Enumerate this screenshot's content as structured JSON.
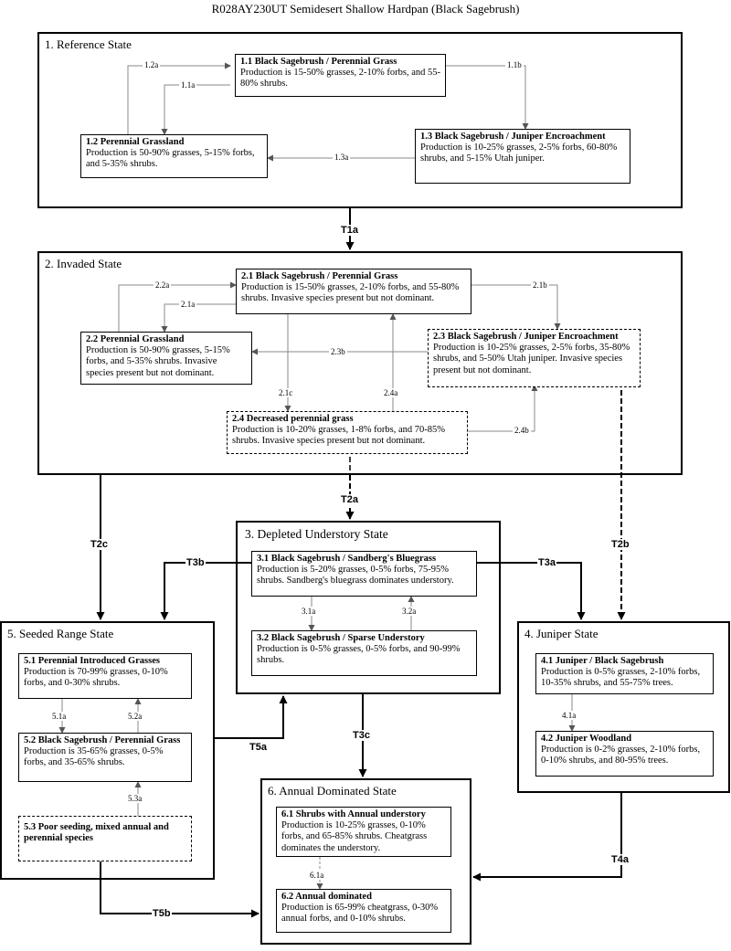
{
  "title": "R028AY230UT Semidesert Shallow Hardpan (Black Sagebrush)",
  "states": {
    "s1": "1. Reference State",
    "s2": "2. Invaded State",
    "s3": "3. Depleted Understory State",
    "s4": "4. Juniper State",
    "s5": "5. Seeded Range State",
    "s6": "6. Annual Dominated State"
  },
  "phases": {
    "p11": {
      "title": "1.1 Black Sagebrush / Perennial Grass",
      "text": "Production is 15-50% grasses, 2-10% forbs, and 55-80% shrubs."
    },
    "p12": {
      "title": "1.2 Perennial Grassland",
      "text": "Production is 50-90% grasses, 5-15% forbs, and 5-35% shrubs."
    },
    "p13": {
      "title": "1.3 Black Sagebrush / Juniper Encroachment",
      "text": "Production is 10-25% grasses, 2-5% forbs, 60-80% shrubs, and 5-15% Utah juniper."
    },
    "p21": {
      "title": "2.1 Black Sagebrush / Perennial Grass",
      "text": "Production is 15-50% grasses, 2-10% forbs, and 55-80% shrubs. Invasive species present but not dominant."
    },
    "p22": {
      "title": "2.2 Perennial Grassland",
      "text": "Production is 50-90% grasses, 5-15% forbs, and 5-35% shrubs. Invasive species present but not dominant."
    },
    "p23": {
      "title": "2.3 Black Sagebrush / Juniper Encroachment",
      "text": "Production is 10-25% grasses, 2-5% forbs, 35-80% shrubs, and 5-50% Utah juniper. Invasive species present but not dominant."
    },
    "p24": {
      "title": "2.4 Decreased perennial grass",
      "text": "Production is 10-20% grasses, 1-8% forbs, and 70-85% shrubs. Invasive species present but not dominant."
    },
    "p31": {
      "title": "3.1 Black Sagebrush / Sandberg's Bluegrass",
      "text": "Production is 5-20% grasses, 0-5% forbs, 75-95% shrubs. Sandberg's bluegrass dominates understory."
    },
    "p32": {
      "title": "3.2 Black Sagebrush / Sparse Understory",
      "text": "Production is 0-5% grasses, 0-5% forbs, and 90-99% shrubs."
    },
    "p41": {
      "title": "4.1  Juniper / Black Sagebrush",
      "text": "Production is 0-5% grasses, 2-10% forbs, 10-35% shrubs, and 55-75% trees."
    },
    "p42": {
      "title": "4.2 Juniper Woodland",
      "text": "Production is 0-2% grasses, 2-10% forbs, 0-10% shrubs, and 80-95% trees."
    },
    "p51": {
      "title": "5.1 Perennial Introduced Grasses",
      "text": "Production is 70-99% grasses, 0-10% forbs, and 0-30% shrubs."
    },
    "p52": {
      "title": "5.2 Black Sagebrush / Perennial Grass",
      "text": "Production is 35-65% grasses, 0-5% forbs, and 35-65% shrubs."
    },
    "p53": {
      "title": "5.3 Poor seeding, mixed annual and perennial species",
      "text": ""
    },
    "p61": {
      "title": "6.1 Shrubs with Annual understory",
      "text": "Production is 10-25% grasses, 0-10% forbs, and 65-85% shrubs. Cheatgrass dominates the understory."
    },
    "p62": {
      "title": "6.2 Annual dominated",
      "text": "Production is 65-99% cheatgrass, 0-30% annual forbs, and 0-10% shrubs."
    }
  },
  "pathways": {
    "l12a": "1.2a",
    "l11a": "1.1a",
    "l11b": "1.1b",
    "l13a": "1.3a",
    "l22a": "2.2a",
    "l21a": "2.1a",
    "l21b": "2.1b",
    "l23b": "2.3b",
    "l21c": "2.1c",
    "l24a": "2.4a",
    "l24b": "2.4b",
    "l31a": "3.1a",
    "l32a": "3.2a",
    "l41a": "4.1a",
    "l51a": "5.1a",
    "l52a": "5.2a",
    "l53a": "5.3a",
    "l61a": "6.1a"
  },
  "transitions": {
    "T1a": "T1a",
    "T2a": "T2a",
    "T2b": "T2b",
    "T2c": "T2c",
    "T3a": "T3a",
    "T3b": "T3b",
    "T3c": "T3c",
    "T4a": "T4a",
    "T5a": "T5a",
    "T5b": "T5b"
  }
}
